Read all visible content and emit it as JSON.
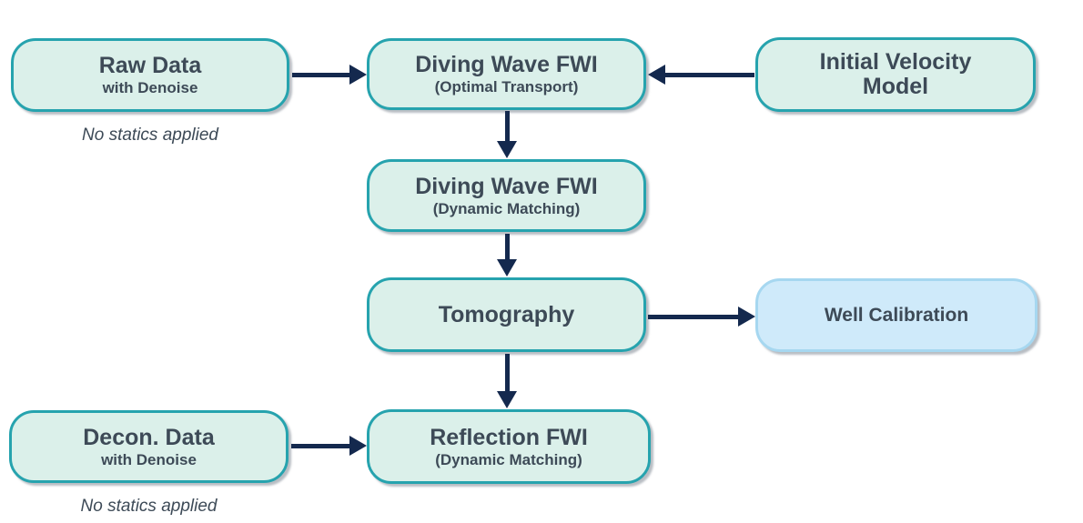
{
  "colors": {
    "teal_border": "#26a3ae",
    "mint_fill": "#dbf0ea",
    "blue_border": "#a6d7f0",
    "blue_fill": "#cfeafa",
    "navy": "#14294e",
    "text": "#3d4a57"
  },
  "boxes": {
    "raw_data": {
      "title": "Raw Data",
      "subtitle": "with Denoise"
    },
    "diving_wave_fwi_ot": {
      "title": "Diving Wave FWI",
      "subtitle": "(Optimal Transport)"
    },
    "initial_velocity_model": {
      "title": "Initial Velocity\nModel"
    },
    "diving_wave_fwi_dm": {
      "title": "Diving Wave FWI",
      "subtitle": "(Dynamic Matching)"
    },
    "tomography": {
      "title": "Tomography"
    },
    "well_calibration": {
      "title": "Well Calibration"
    },
    "decon_data": {
      "title": "Decon. Data",
      "subtitle": "with Denoise"
    },
    "reflection_fwi": {
      "title": "Reflection FWI",
      "subtitle": "(Dynamic Matching)"
    }
  },
  "notes": {
    "raw_data_note": "No statics applied",
    "decon_data_note": "No statics applied"
  },
  "edges": [
    {
      "from": "raw_data",
      "to": "diving_wave_fwi_ot"
    },
    {
      "from": "initial_velocity_model",
      "to": "diving_wave_fwi_ot"
    },
    {
      "from": "diving_wave_fwi_ot",
      "to": "diving_wave_fwi_dm"
    },
    {
      "from": "diving_wave_fwi_dm",
      "to": "tomography"
    },
    {
      "from": "tomography",
      "to": "well_calibration"
    },
    {
      "from": "tomography",
      "to": "reflection_fwi"
    },
    {
      "from": "decon_data",
      "to": "reflection_fwi"
    }
  ]
}
